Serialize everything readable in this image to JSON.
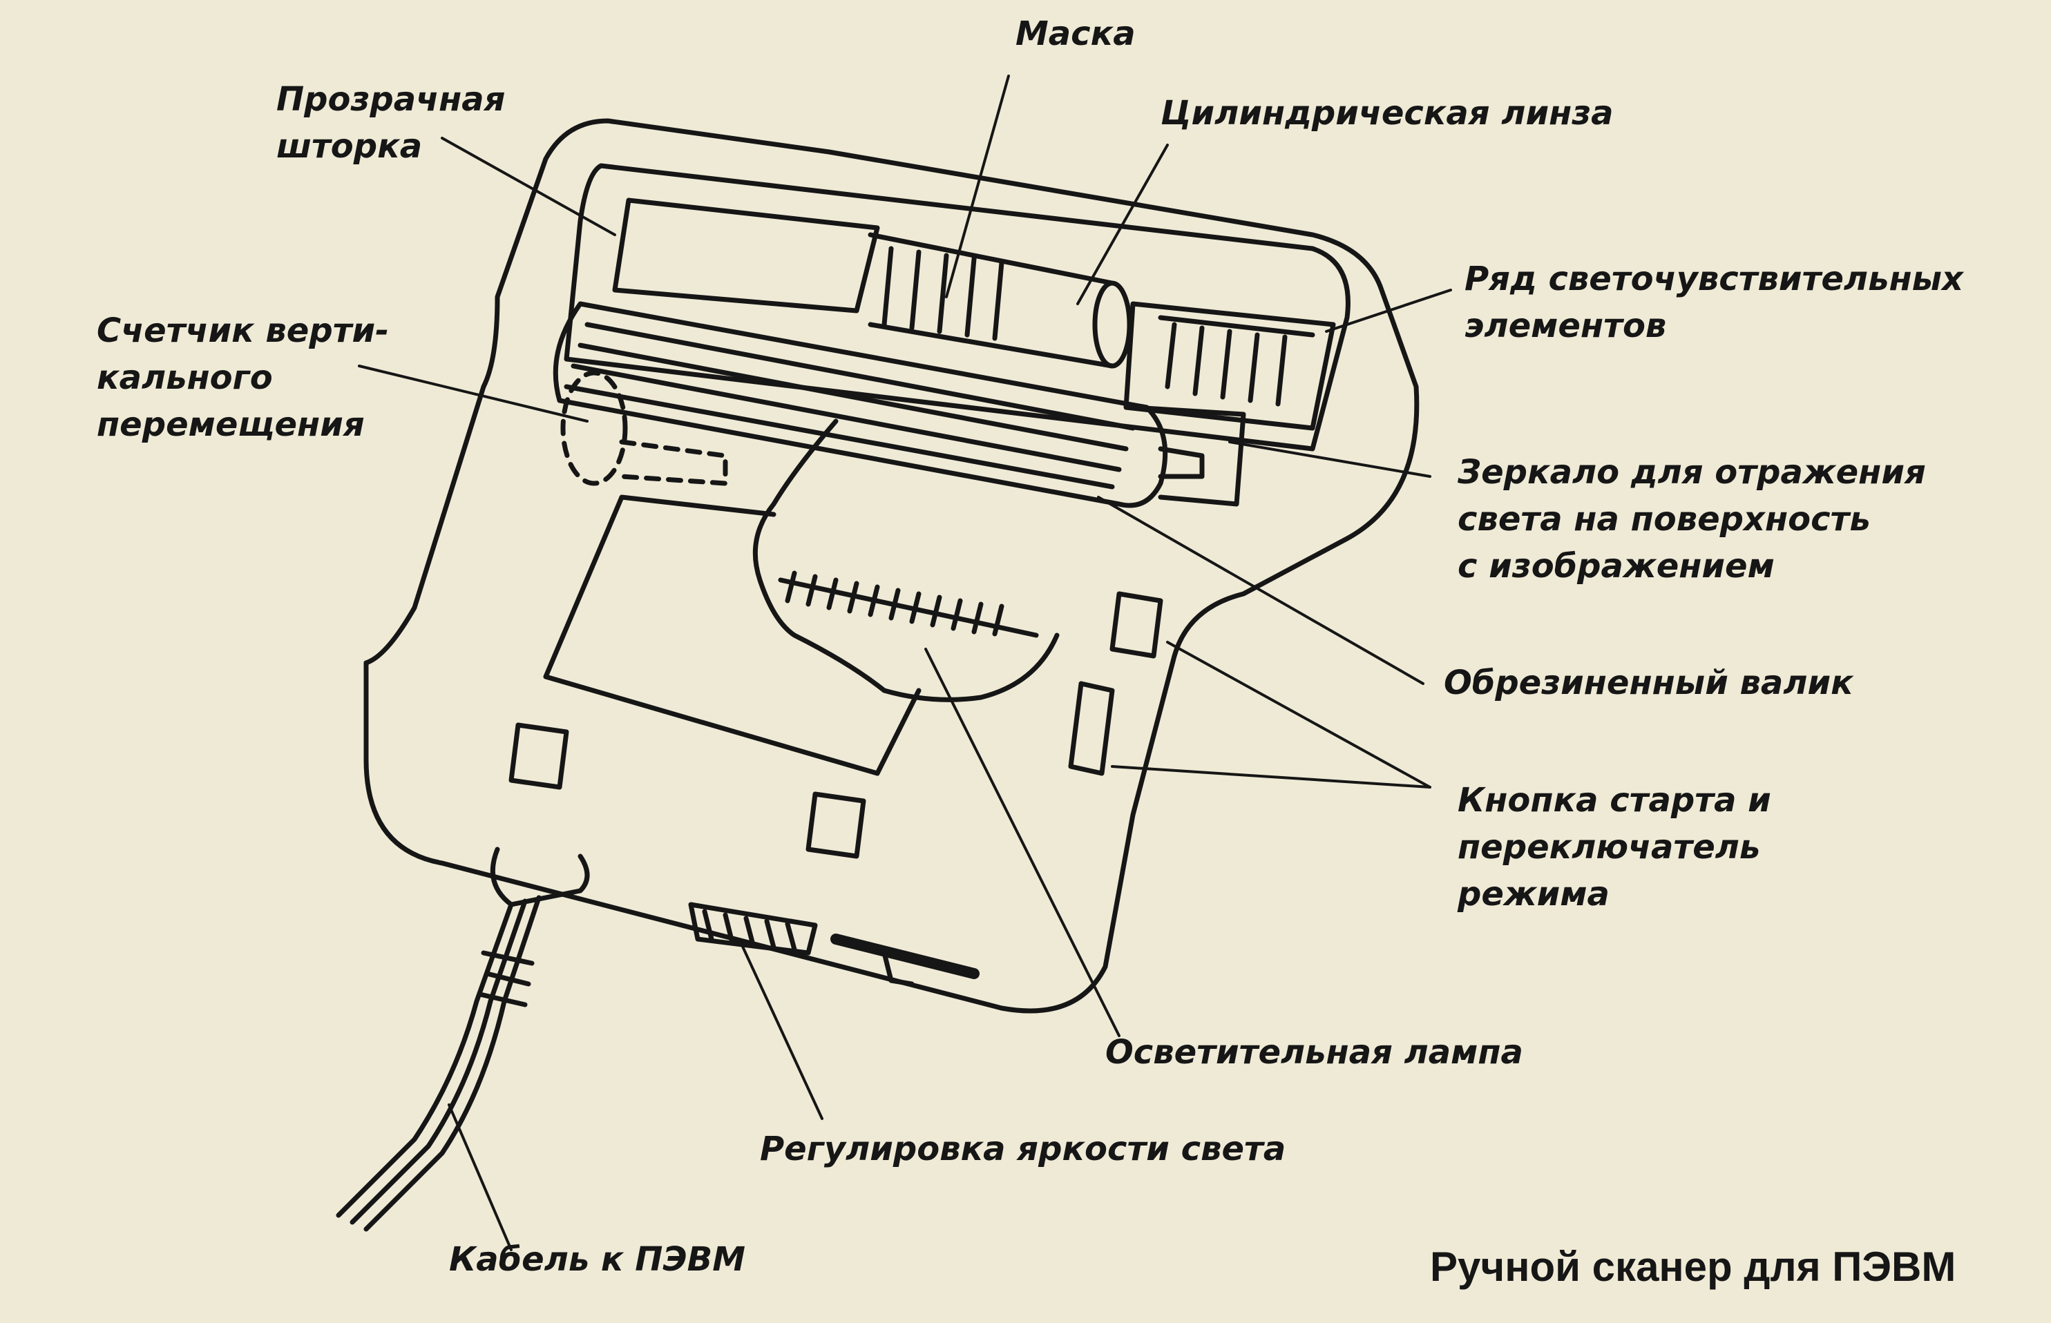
{
  "labels": {
    "mask": "Маска",
    "shutter": [
      "Прозрачная",
      "шторка"
    ],
    "cyl_lens": "Цилиндрическая линза",
    "sensor_row": [
      "Ряд светочувствительных",
      "элементов"
    ],
    "counter": [
      "Счетчик верти-",
      "кального",
      "перемещения"
    ],
    "mirror": [
      "Зеркало для отражения",
      "света на поверхность",
      "с изображением"
    ],
    "roller": "Обрезиненный валик",
    "start_btn": [
      "Кнопка старта и",
      "переключатель",
      "режима"
    ],
    "lamp": "Осветительная лампа",
    "brightness": "Регулировка яркости света",
    "cable": "Кабель к ПЭВМ"
  },
  "caption": "Ручной сканер для ПЭВМ",
  "colors": {
    "background": "#eeead6",
    "ink": "#161616"
  }
}
